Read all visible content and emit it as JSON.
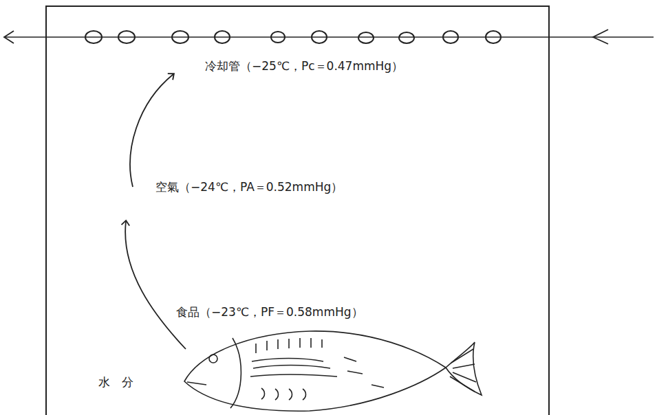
{
  "diagram": {
    "labels": [
      "冷却管（−25℃，Pc＝0.47mmHg）",
      "空氣（−24℃，PA＝0.52mmHg）",
      "食品（−23℃，PF＝0.58mmHg）",
      "水　分"
    ]
  }
}
